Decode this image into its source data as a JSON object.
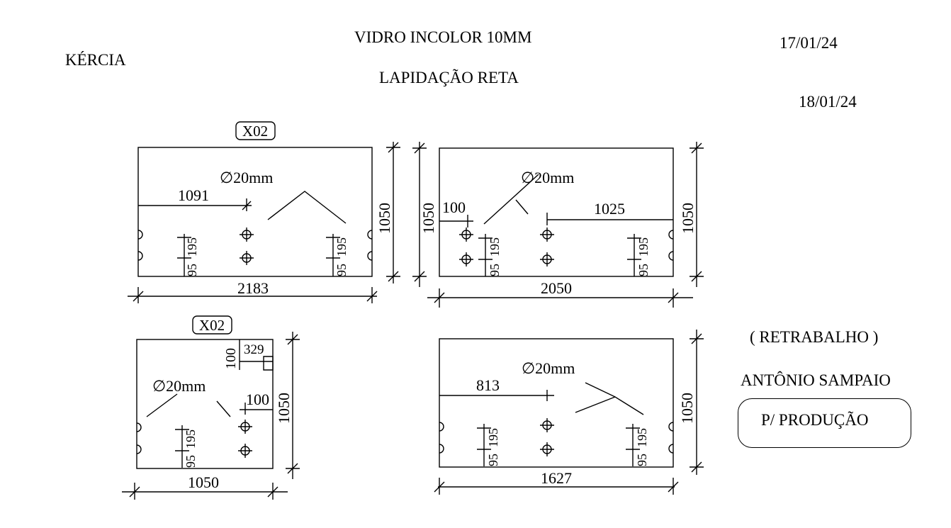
{
  "header": {
    "client": "KÉRCIA",
    "material": "VIDRO INCOLOR 10MM",
    "finish": "LAPIDAÇÃO RETA",
    "date_1": "17/01/24",
    "date_2": "18/01/24"
  },
  "notes": {
    "rework": "( RETRABALHO )",
    "person": "ANTÔNIO SAMPAIO",
    "stamp": "P/ PRODUÇÃO"
  },
  "pieces": [
    {
      "tag": "X02",
      "width": "2183",
      "height": "1050",
      "hole_diameter": "∅20mm",
      "offset": "1091",
      "hole_spacing_1": "95",
      "hole_spacing_2": "195"
    },
    {
      "tag": "",
      "width": "2050",
      "height_left": "1050",
      "height_right": "1050",
      "hole_diameter": "∅20mm",
      "offset_left": "100",
      "offset_right": "1025",
      "hole_spacing_1": "95",
      "hole_spacing_2": "195"
    },
    {
      "tag": "X02",
      "width": "1050",
      "height": "1050",
      "hole_diameter": "∅20mm",
      "notch_height": "100",
      "notch_width": "329",
      "offset": "100",
      "hole_spacing_1": "95",
      "hole_spacing_2": "195"
    },
    {
      "tag": "",
      "width": "1627",
      "height": "1050",
      "hole_diameter": "∅20mm",
      "offset": "813",
      "hole_spacing_1": "95",
      "hole_spacing_2": "195"
    }
  ]
}
